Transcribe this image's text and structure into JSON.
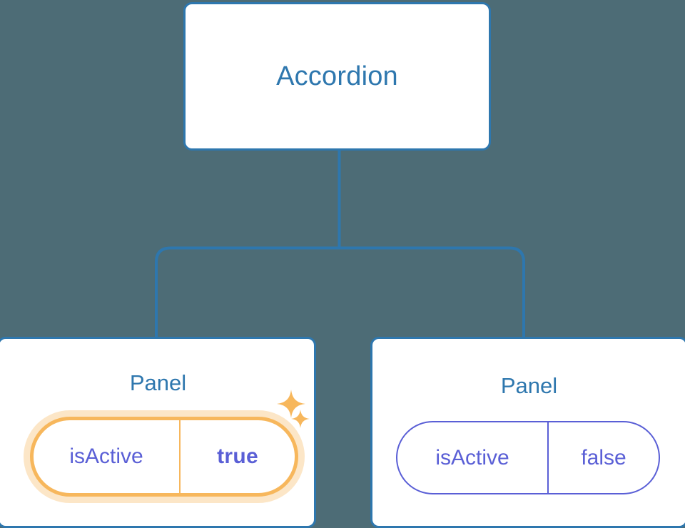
{
  "diagram": {
    "type": "component-tree",
    "background_color": "#4d6c76",
    "node_border_color": "#2e77ae",
    "node_title_color": "#2e77ae",
    "connector_color": "#2e77ae",
    "prop_text_color": "#5a5fd6",
    "highlight_color": "#f7b75c",
    "highlight_glow_color": "rgba(247,183,92,0.34)"
  },
  "root": {
    "title": "Accordion"
  },
  "children": [
    {
      "title": "Panel",
      "highlighted": true,
      "prop": {
        "name": "isActive",
        "value": "true"
      },
      "sparkles": [
        "sparkle-icon",
        "sparkle-icon"
      ]
    },
    {
      "title": "Panel",
      "highlighted": false,
      "prop": {
        "name": "isActive",
        "value": "false"
      }
    }
  ]
}
